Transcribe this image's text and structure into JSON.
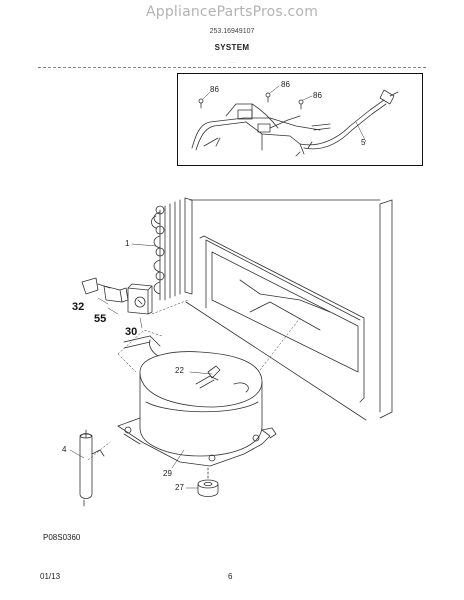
{
  "header": {
    "watermark": "AppliancePartsPros.com",
    "model_number": "253.16949107",
    "section_title": "SYSTEM",
    "small_note": "......."
  },
  "inset_labels": {
    "ref_86_a": "86",
    "ref_86_b": "86",
    "ref_86_c": "86",
    "ref_5": "5"
  },
  "part_labels": {
    "ref_1": "1",
    "ref_32": "32",
    "ref_55": "55",
    "ref_30": "30",
    "ref_22": "22",
    "ref_4": "4",
    "ref_29": "29",
    "ref_27": "27"
  },
  "diagram_code": "P08S0360",
  "footer": {
    "date": "01/13",
    "page_number": "6"
  }
}
